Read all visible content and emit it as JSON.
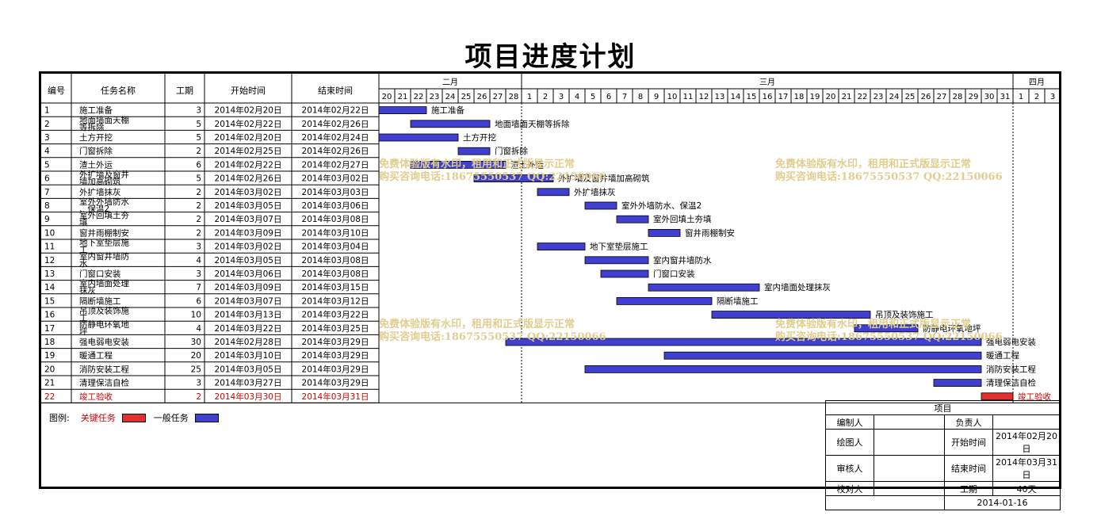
{
  "title": "项目进度计划",
  "headers": {
    "no": "编号",
    "name": "任务名称",
    "dur": "工期",
    "start": "开始时间",
    "end": "结束时间"
  },
  "months": [
    {
      "label": "二月",
      "days": [
        20,
        21,
        22,
        23,
        24,
        25,
        26,
        27,
        28
      ]
    },
    {
      "label": "三月",
      "days": [
        1,
        2,
        3,
        4,
        5,
        6,
        7,
        8,
        9,
        10,
        11,
        12,
        13,
        14,
        15,
        16,
        17,
        18,
        19,
        20,
        21,
        22,
        23,
        24,
        25,
        26,
        27,
        28,
        29,
        30,
        31
      ]
    },
    {
      "label": "四月",
      "days": [
        1,
        2,
        3
      ]
    }
  ],
  "tasks": [
    {
      "no": "1",
      "name": "施工准备",
      "dur": 3,
      "start": "2014年02月20日",
      "end": "2014年02月22日",
      "s": 0,
      "e": 2,
      "bar_label": "施工准备",
      "critical": false
    },
    {
      "no": "2",
      "name": "地面墙面天棚等拆除",
      "dur": 5,
      "start": "2014年02月22日",
      "end": "2014年02月26日",
      "s": 2,
      "e": 6,
      "bar_label": "地面墙面天棚等拆除",
      "critical": false
    },
    {
      "no": "3",
      "name": "土方开挖",
      "dur": 5,
      "start": "2014年02月20日",
      "end": "2014年02月24日",
      "s": 0,
      "e": 4,
      "bar_label": "土方开挖",
      "critical": false
    },
    {
      "no": "4",
      "name": "门窗拆除",
      "dur": 2,
      "start": "2014年02月25日",
      "end": "2014年02月26日",
      "s": 5,
      "e": 6,
      "bar_label": "门窗拆除",
      "critical": false
    },
    {
      "no": "5",
      "name": "渣土外运",
      "dur": 6,
      "start": "2014年02月22日",
      "end": "2014年02月27日",
      "s": 2,
      "e": 7,
      "bar_label": "渣土外运",
      "critical": false
    },
    {
      "no": "6",
      "name": "外扩墙及窗井墙加高砌筑",
      "dur": 5,
      "start": "2014年02月26日",
      "end": "2014年03月02日",
      "s": 6,
      "e": 10,
      "bar_label": "外扩墙及窗井墙加高砌筑",
      "critical": false
    },
    {
      "no": "7",
      "name": "外扩墙抹灰",
      "dur": 2,
      "start": "2014年03月02日",
      "end": "2014年03月03日",
      "s": 10,
      "e": 11,
      "bar_label": "外扩墙抹灰",
      "critical": false
    },
    {
      "no": "8",
      "name": "室外外墙防水、保温2",
      "dur": 2,
      "start": "2014年03月05日",
      "end": "2014年03月06日",
      "s": 13,
      "e": 14,
      "bar_label": "室外外墙防水、保温2",
      "critical": false
    },
    {
      "no": "9",
      "name": "室外回填土夯填",
      "dur": 2,
      "start": "2014年03月07日",
      "end": "2014年03月08日",
      "s": 15,
      "e": 16,
      "bar_label": "室外回填土夯填",
      "critical": false
    },
    {
      "no": "10",
      "name": "窗井雨棚制安",
      "dur": 2,
      "start": "2014年03月09日",
      "end": "2014年03月10日",
      "s": 17,
      "e": 18,
      "bar_label": "窗井雨棚制安",
      "critical": false
    },
    {
      "no": "11",
      "name": "地下室垫层施工",
      "dur": 3,
      "start": "2014年03月02日",
      "end": "2014年03月04日",
      "s": 10,
      "e": 12,
      "bar_label": "地下室垫层施工",
      "critical": false
    },
    {
      "no": "12",
      "name": "室内窗井墙防水",
      "dur": 4,
      "start": "2014年03月05日",
      "end": "2014年03月08日",
      "s": 13,
      "e": 16,
      "bar_label": "室内窗井墙防水",
      "critical": false
    },
    {
      "no": "13",
      "name": "门窗口安装",
      "dur": 3,
      "start": "2014年03月06日",
      "end": "2014年03月08日",
      "s": 14,
      "e": 16,
      "bar_label": "门窗口安装",
      "critical": false
    },
    {
      "no": "14",
      "name": "室内墙面处理抹灰",
      "dur": 7,
      "start": "2014年03月09日",
      "end": "2014年03月15日",
      "s": 17,
      "e": 23,
      "bar_label": "室内墙面处理抹灰",
      "critical": false
    },
    {
      "no": "15",
      "name": "隔断墙施工",
      "dur": 6,
      "start": "2014年03月07日",
      "end": "2014年03月12日",
      "s": 15,
      "e": 20,
      "bar_label": "隔断墙施工",
      "critical": false
    },
    {
      "no": "16",
      "name": "吊顶及装饰施工",
      "dur": 10,
      "start": "2014年03月13日",
      "end": "2014年03月22日",
      "s": 21,
      "e": 30,
      "bar_label": "吊顶及装饰施工",
      "critical": false
    },
    {
      "no": "17",
      "name": "防静电环氧地坪",
      "dur": 4,
      "start": "2014年03月22日",
      "end": "2014年03月25日",
      "s": 30,
      "e": 33,
      "bar_label": "防静电环氧地坪",
      "critical": false
    },
    {
      "no": "18",
      "name": "强电弱电安装",
      "dur": 30,
      "start": "2014年02月28日",
      "end": "2014年03月29日",
      "s": 8,
      "e": 37,
      "bar_label": "强电弱电安装",
      "critical": false
    },
    {
      "no": "19",
      "name": "暖通工程",
      "dur": 20,
      "start": "2014年03月10日",
      "end": "2014年03月29日",
      "s": 18,
      "e": 37,
      "bar_label": "暖通工程",
      "critical": false
    },
    {
      "no": "20",
      "name": "消防安装工程",
      "dur": 25,
      "start": "2014年03月05日",
      "end": "2014年03月29日",
      "s": 13,
      "e": 37,
      "bar_label": "消防安装工程",
      "critical": false
    },
    {
      "no": "21",
      "name": "清理保洁自检",
      "dur": 3,
      "start": "2014年03月27日",
      "end": "2014年03月29日",
      "s": 35,
      "e": 37,
      "bar_label": "清理保洁自检",
      "critical": false
    },
    {
      "no": "22",
      "name": "竣工验收",
      "dur": 2,
      "start": "2014年03月30日",
      "end": "2014年03月31日",
      "s": 38,
      "e": 39,
      "bar_label": "竣工验收",
      "critical": true
    }
  ],
  "watermarks": [
    {
      "line1": "免费体验版有水印，租用和正式版显示正常",
      "line2": "购买咨询电话:18675550537 QQ:22150066"
    }
  ],
  "legend": {
    "label": "图例:",
    "critical": "关键任务",
    "normal": "一般任务"
  },
  "info": {
    "header": "项目",
    "editor": "编制人",
    "owner": "负责人",
    "drawer": "绘图人",
    "start_label": "开始时间",
    "start_value": "2014年02月20日",
    "reviewer": "审核人",
    "end_label": "结束时间",
    "end_value": "2014年03月31日",
    "checker": "校对人",
    "dur_label": "工期",
    "dur_value": "40天",
    "date": "2014-01-16"
  },
  "colors": {
    "normal_bar": "#4040d0",
    "critical_bar": "#e03030",
    "critical_text": "#d00000"
  }
}
